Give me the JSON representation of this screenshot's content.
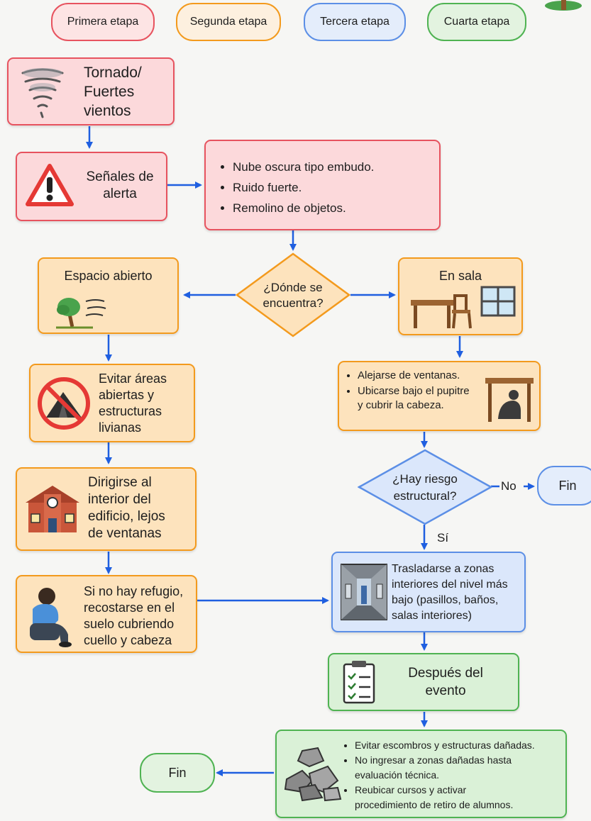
{
  "legend": {
    "stage1": "Primera etapa",
    "stage2": "Segunda etapa",
    "stage3": "Tercera etapa",
    "stage4": "Cuarta etapa"
  },
  "nodes": {
    "tornado": {
      "line1": "Tornado/",
      "line2": "Fuertes",
      "line3": "vientos"
    },
    "senales": {
      "line1": "Señales de",
      "line2": "alerta"
    },
    "signs": [
      "Nube oscura tipo embudo.",
      "Ruido fuerte.",
      "Remolino de objetos."
    ],
    "decision_where": {
      "line1": "¿Dónde se",
      "line2": "encuentra?"
    },
    "espacio_abierto": "Espacio abierto",
    "en_sala": "En sala",
    "evitar_areas": [
      "Evitar áreas",
      "abiertas y",
      "estructuras",
      "livianas"
    ],
    "dirigirse": [
      "Dirigirse al",
      "interior del",
      "edificio, lejos",
      "de ventanas"
    ],
    "refugio": [
      "Si no hay refugio,",
      "recostarse en el",
      "suelo cubriendo",
      "cuello y cabeza"
    ],
    "sala_actions": {
      "item1": "Alejarse de ventanas.",
      "item2_line1": "Ubicarse bajo el pupitre",
      "item2_line2": "y cubrir la cabeza."
    },
    "decision_risk": {
      "line1": "¿Hay riesgo",
      "line2": "estructural?"
    },
    "no_label": "No",
    "si_label": "Sí",
    "fin_right": "Fin",
    "trasladarse": [
      "Trasladarse a zonas",
      "interiores del nivel más",
      "bajo (pasillos, baños,",
      "salas interiores)"
    ],
    "despues": {
      "line1": "Después del",
      "line2": "evento"
    },
    "final_actions": {
      "item1": "Evitar escombros y estructuras dañadas.",
      "item2_line1": "No ingresar a zonas dañadas hasta",
      "item2_line2": "evaluación técnica.",
      "item3_line1": "Reubicar cursos y activar",
      "item3_line2": "procedimiento de retiro de alumnos."
    },
    "fin_left": "Fin"
  },
  "colors": {
    "stage1": "#e7535f",
    "stage2": "#f39a1d",
    "stage3": "#5c8fe6",
    "stage4": "#4fb352",
    "arrow": "#1f5fe0"
  },
  "icons": {
    "tornado": "tornado-icon",
    "warning": "warning-triangle-icon",
    "wind_tree": "wind-tree-icon",
    "desk_window": "desk-chair-window-icon",
    "no_tent": "no-tent-icon",
    "person_desk": "person-under-desk-icon",
    "building": "school-building-icon",
    "person_floor": "person-crouching-icon",
    "hallway": "hallway-icon",
    "clipboard": "checklist-clipboard-icon",
    "rubble": "rubble-icon"
  }
}
